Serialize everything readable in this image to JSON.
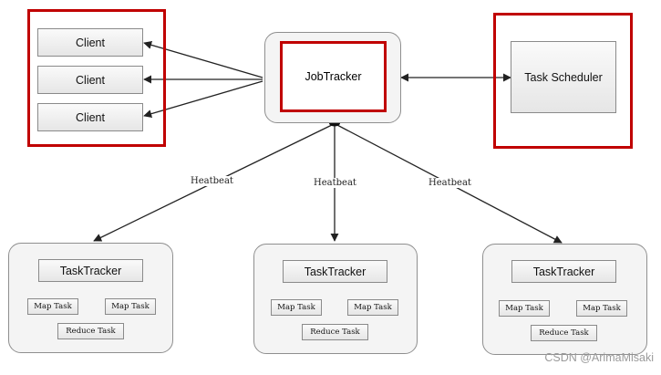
{
  "clients": [
    "Client",
    "Client",
    "Client"
  ],
  "job_tracker": "JobTracker",
  "task_scheduler": "Task Scheduler",
  "heartbeat_label": "Heatbeat",
  "task_trackers": [
    {
      "title": "TaskTracker",
      "map_task_left": "Map Task",
      "map_task_right": "Map Task",
      "reduce_task": "Reduce Task"
    },
    {
      "title": "TaskTracker",
      "map_task_left": "Map Task",
      "map_task_right": "Map Task",
      "reduce_task": "Reduce Task"
    },
    {
      "title": "TaskTracker",
      "map_task_left": "Map Task",
      "map_task_right": "Map Task",
      "reduce_task": "Reduce Task"
    }
  ],
  "watermark": "CSDN @ArimaMisaki",
  "colors": {
    "highlight_frame": "#c00000",
    "connector": "#222222"
  }
}
